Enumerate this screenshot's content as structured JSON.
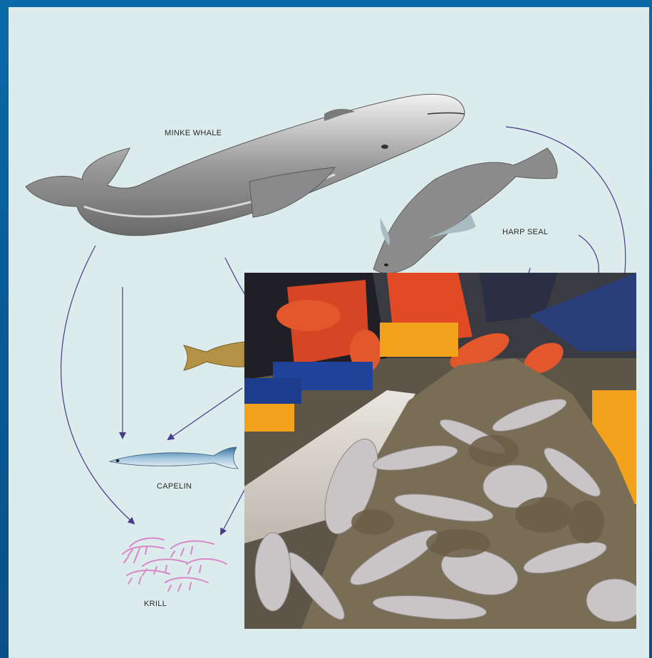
{
  "diagram": {
    "nodes": {
      "minke_whale": "MINKE WHALE",
      "harp_seal": "HARP SEAL",
      "capelin": "CAPELIN",
      "krill": "KRILL"
    }
  },
  "colors": {
    "background_panel": "#dcebec",
    "frame_blue": "#0a5c9a",
    "arrow": "#4a3a8c",
    "krill": "#d989c7",
    "glove": "#e2572c",
    "crate_yellow": "#f3a21c",
    "crate_blue": "#20439a"
  },
  "icons": [
    "minke-whale-illustration",
    "harp-seal-illustration",
    "cod-illustration",
    "capelin-illustration",
    "krill-illustration",
    "fish-sorting-photo"
  ]
}
